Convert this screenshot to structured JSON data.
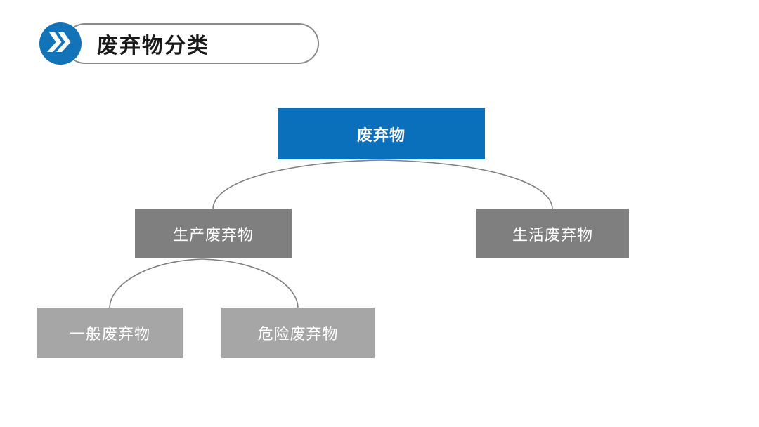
{
  "header": {
    "title": "废弃物分类",
    "icon": "double-chevron-right-icon",
    "icon_bg": "#1273B8",
    "pill_border": "#8a8a8a"
  },
  "diagram": {
    "type": "tree",
    "connector_color": "#7f7f7f",
    "nodes": {
      "root": {
        "label": "废弃物",
        "color": "#0B70BC",
        "text_color": "#ffffff",
        "parent": null
      },
      "production": {
        "label": "生产废弃物",
        "color": "#7F7F7F",
        "text_color": "#ffffff",
        "parent": "root"
      },
      "household": {
        "label": "生活废弃物",
        "color": "#7F7F7F",
        "text_color": "#ffffff",
        "parent": "root"
      },
      "general": {
        "label": "一般废弃物",
        "color": "#A6A6A6",
        "text_color": "#ffffff",
        "parent": "production"
      },
      "hazardous": {
        "label": "危险废弃物",
        "color": "#A6A6A6",
        "text_color": "#ffffff",
        "parent": "production"
      }
    }
  }
}
